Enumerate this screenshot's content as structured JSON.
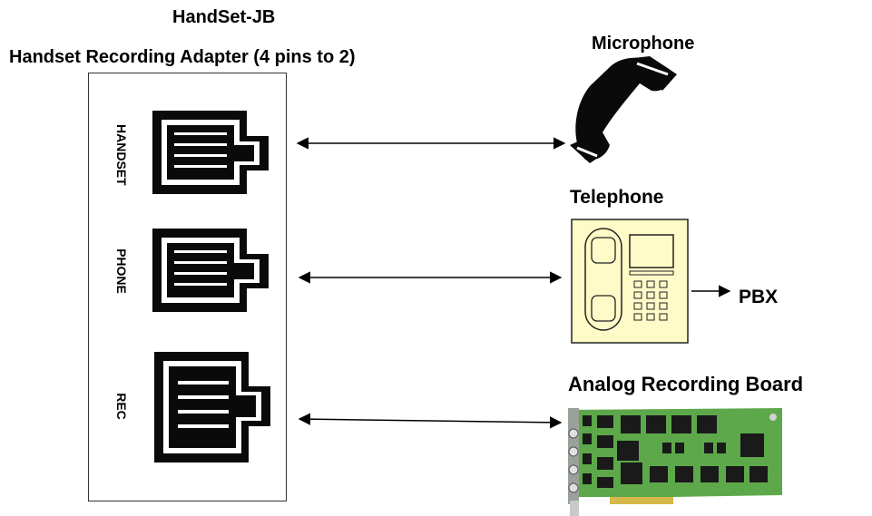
{
  "title": {
    "line1": "HandSet-JB",
    "line2": "Handset Recording Adapter (4 pins to 2)"
  },
  "adapter": {
    "ports": [
      {
        "label": "HANDSET"
      },
      {
        "label": "PHONE"
      },
      {
        "label": "REC"
      }
    ]
  },
  "devices": {
    "microphone": "Microphone",
    "telephone": "Telephone",
    "pbx": "PBX",
    "board": "Analog Recording Board"
  },
  "colors": {
    "telephone_fill": "#fffbc8",
    "board_green": "#5da84a",
    "chip": "#1a1a1a"
  }
}
